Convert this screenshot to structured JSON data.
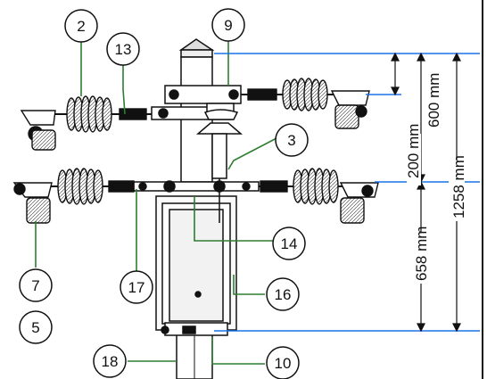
{
  "callouts": {
    "c2": "2",
    "c13": "13",
    "c9": "9",
    "c3": "3",
    "c14": "14",
    "c7": "7",
    "c17": "17",
    "c16": "16",
    "c5": "5",
    "c18": "18",
    "c10": "10"
  },
  "dimensions": {
    "d200": "200 mm",
    "d600": "600 mm",
    "d1258": "1258 mm",
    "d658": "658 mm"
  },
  "colors": {
    "dimension_line": "#1a73e8",
    "leader_line": "#2e7d32",
    "drawing": "#111111"
  }
}
